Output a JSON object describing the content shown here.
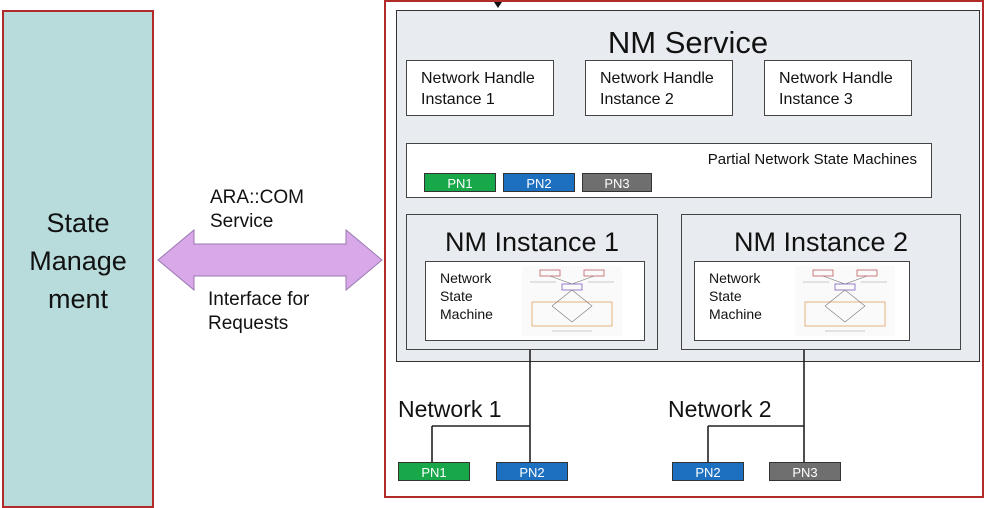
{
  "state_management": {
    "title": "State\nManage\nment"
  },
  "interface": {
    "top_label": "ARA::COM\nService",
    "bottom_label": "Interface for\nRequests"
  },
  "nm_service": {
    "title": "NM Service",
    "handles": [
      "Network Handle\nInstance 1",
      "Network Handle\nInstance 2",
      "Network Handle\nInstance 3"
    ],
    "partial_state_machines": {
      "label": "Partial Network State Machines",
      "pn_tags": [
        "PN1",
        "PN2",
        "PN3"
      ]
    },
    "instances": [
      {
        "title": "NM Instance 1",
        "state_machine": "Network\nState\nMachine"
      },
      {
        "title": "NM Instance 2",
        "state_machine": "Network\nState\nMachine"
      }
    ]
  },
  "networks": [
    {
      "label": "Network 1",
      "pns": [
        "PN1",
        "PN2"
      ]
    },
    {
      "label": "Network 2",
      "pns": [
        "PN2",
        "PN3"
      ]
    }
  ],
  "colors": {
    "pn1": "#18a84a",
    "pn2": "#1d6fc0",
    "pn3": "#6f6f6f",
    "frame": "#b22a2a",
    "state_panel": "#b8dcdc",
    "arrow": "#d8a8e8"
  }
}
